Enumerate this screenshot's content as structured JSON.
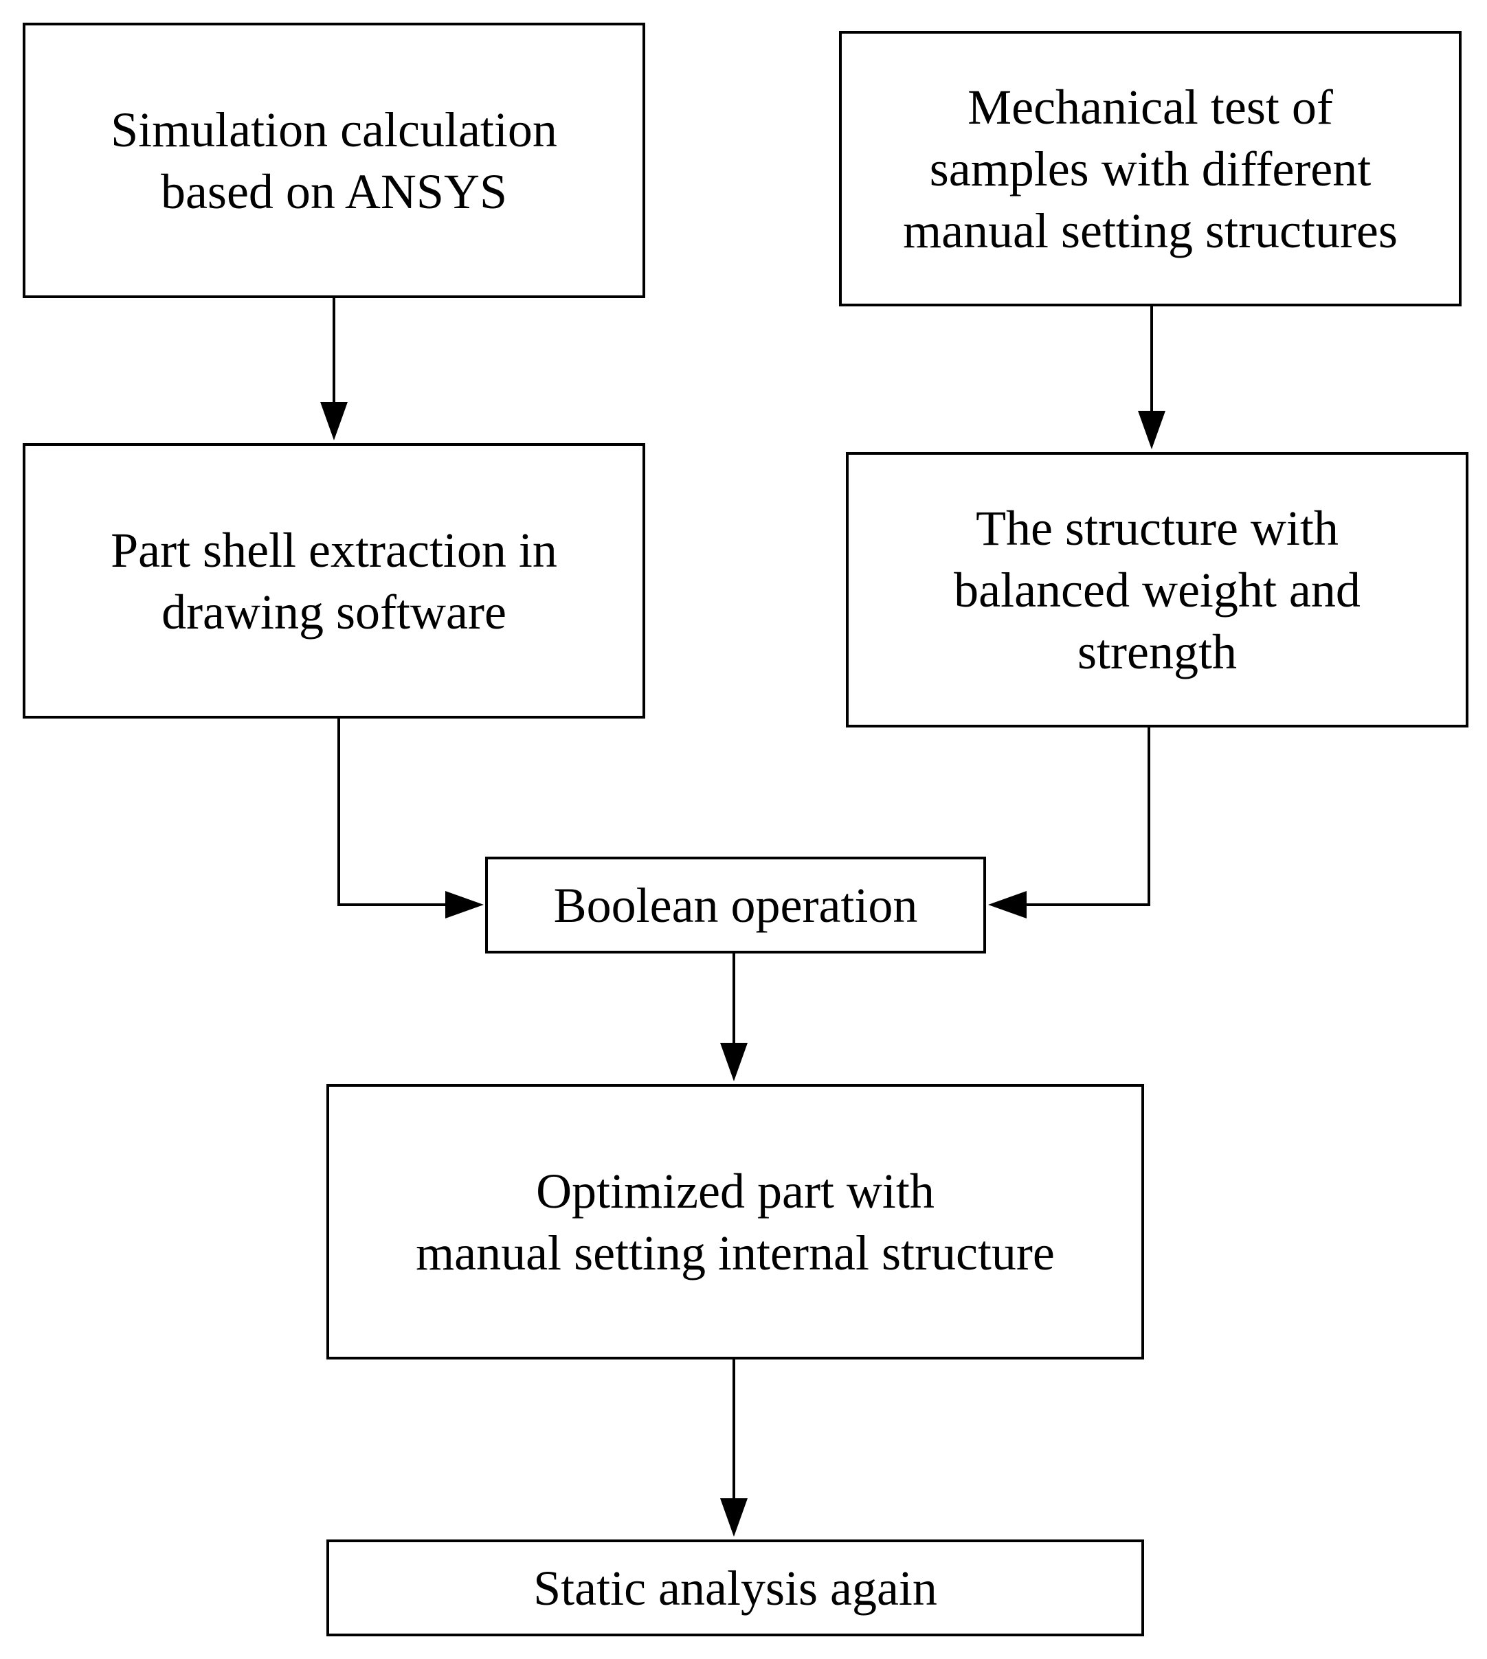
{
  "diagram": {
    "type": "flowchart",
    "nodes": [
      {
        "id": "sim",
        "label": "Simulation calculation\nbased on ANSYS"
      },
      {
        "id": "shell",
        "label": "Part shell extraction in\ndrawing software"
      },
      {
        "id": "mech",
        "label": "Mechanical test of\nsamples with different\nmanual setting structures"
      },
      {
        "id": "struct",
        "label": "The structure with\nbalanced weight and\nstrength"
      },
      {
        "id": "boolean",
        "label": "Boolean operation"
      },
      {
        "id": "optim",
        "label": "Optimized part with\nmanual setting internal structure"
      },
      {
        "id": "static",
        "label": "Static analysis again"
      }
    ],
    "edges": [
      {
        "from": "sim",
        "to": "shell"
      },
      {
        "from": "mech",
        "to": "struct"
      },
      {
        "from": "shell",
        "to": "boolean"
      },
      {
        "from": "struct",
        "to": "boolean"
      },
      {
        "from": "boolean",
        "to": "optim"
      },
      {
        "from": "optim",
        "to": "static"
      }
    ],
    "colors": {
      "stroke": "#000000",
      "fill": "#ffffff",
      "text": "#000000"
    }
  }
}
